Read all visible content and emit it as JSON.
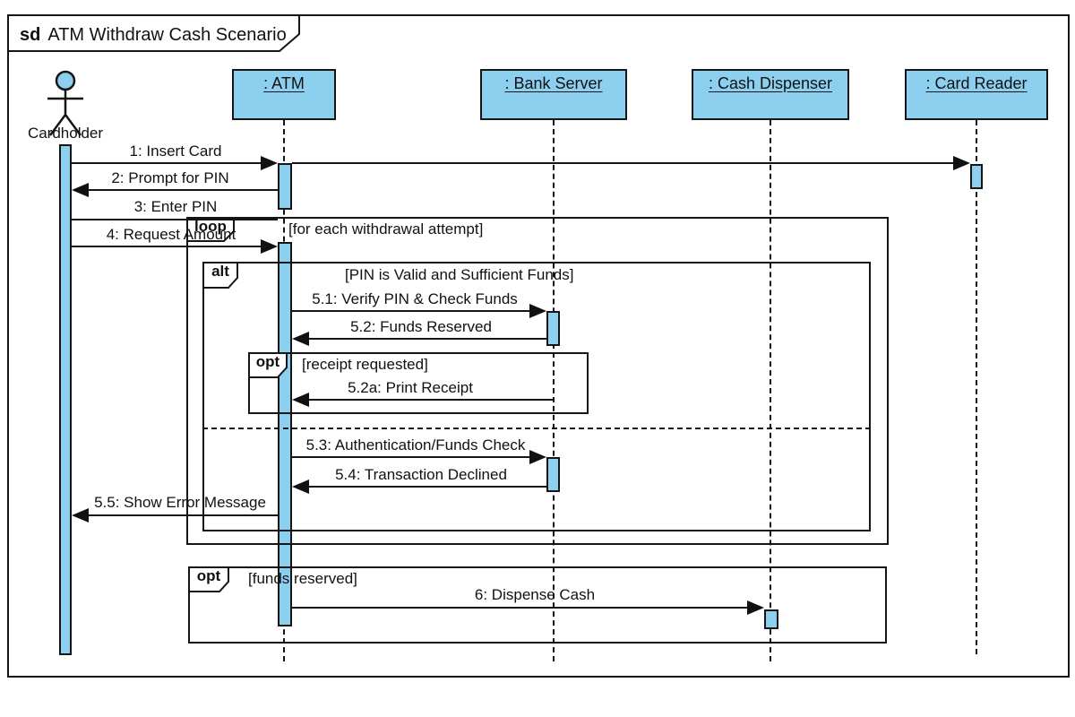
{
  "title": {
    "keyword": "sd",
    "text": "ATM Withdraw Cash Scenario"
  },
  "actor": {
    "label": "Cardholder"
  },
  "lifelines": {
    "atm": ": ATM",
    "bank_server": ": Bank Server",
    "cash_dispenser": ": Cash Dispenser",
    "card_reader": ": Card Reader"
  },
  "messages": {
    "m1": "1: Insert Card",
    "m2": "2: Prompt for PIN",
    "m3": "3: Enter PIN",
    "m4": "4: Request Amount",
    "m5_1": "5.1: Verify PIN & Check Funds",
    "m5_2": "5.2: Funds Reserved",
    "m5_2a": "5.2a: Print Receipt",
    "m5_3": "5.3: Authentication/Funds Check",
    "m5_4": "5.4: Transaction Declined",
    "m5_5": "5.5: Show Error Message",
    "m6": "6: Dispense Cash"
  },
  "frames": {
    "loop": {
      "operator": "loop",
      "guard": "[for each withdrawal attempt]"
    },
    "alt": {
      "operator": "alt",
      "guard": "[PIN is Valid and Sufficient Funds]"
    },
    "opt_receipt": {
      "operator": "opt",
      "guard": "[receipt requested]"
    },
    "opt_dispense": {
      "operator": "opt",
      "guard": "[funds reserved]"
    }
  },
  "colors": {
    "element_fill": "#8DCFEF",
    "line": "#151515"
  }
}
